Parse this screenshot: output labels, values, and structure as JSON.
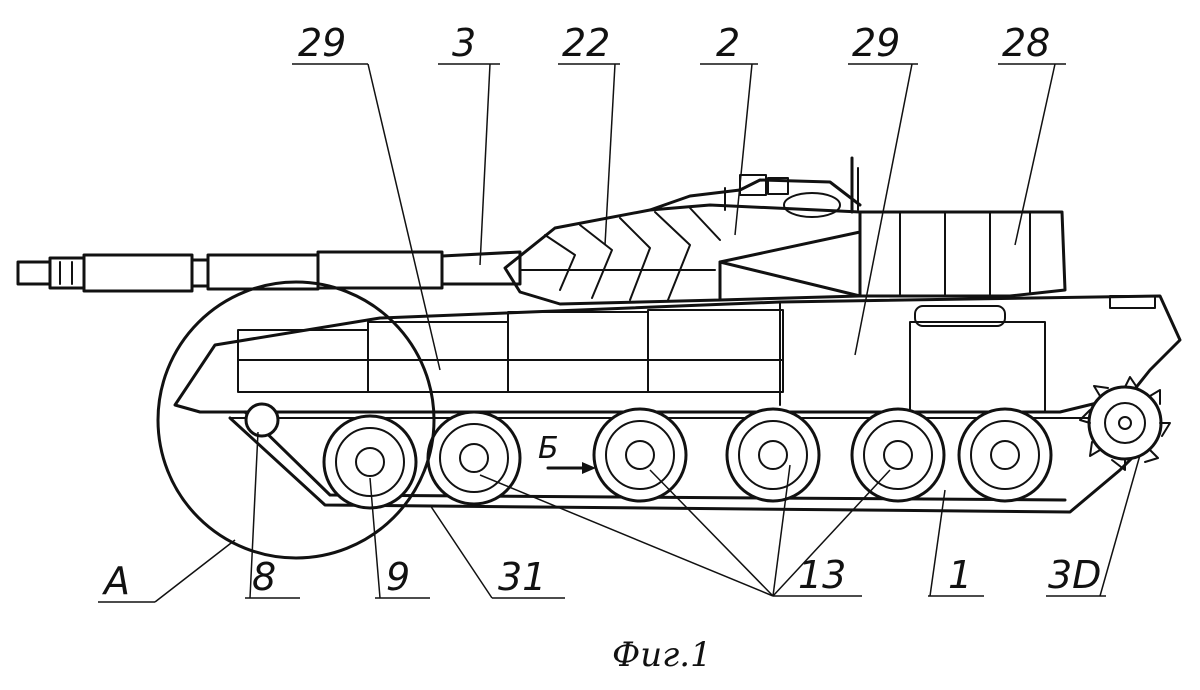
{
  "figure": {
    "caption": "Фиг.1",
    "flow_label": "Б"
  },
  "labels": {
    "l29a": "29",
    "l3": "3",
    "l22": "22",
    "l2": "2",
    "l29b": "29",
    "l28": "28",
    "lA": "A",
    "l8": "8",
    "l9": "9",
    "l31": "31",
    "l13": "13",
    "l1": "1",
    "l30": "3D"
  }
}
